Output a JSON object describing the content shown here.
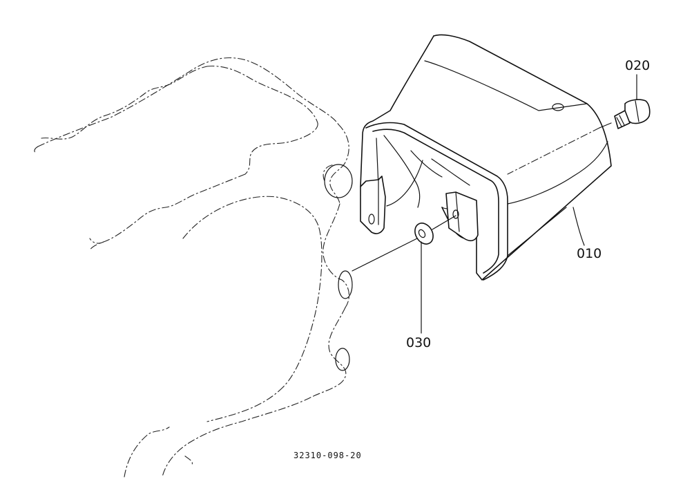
{
  "parts": [
    {
      "callout": "010"
    },
    {
      "callout": "020"
    },
    {
      "callout": "030"
    }
  ],
  "drawing_number": "32310-098-20"
}
